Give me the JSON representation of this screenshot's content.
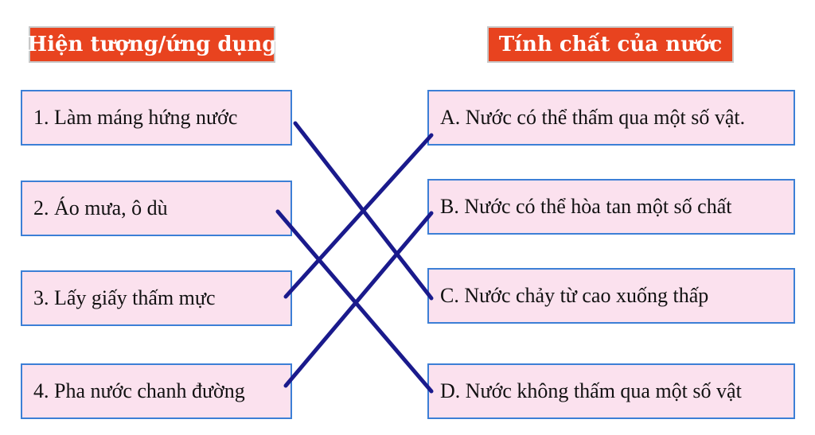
{
  "headers": {
    "left": "Hiện tượng/ứng dụng",
    "right": "Tính chất của nước"
  },
  "left_items": [
    "1. Làm máng hứng nước",
    "2. Áo mưa, ô dù",
    "3. Lấy giấy thấm mực",
    "4. Pha nước chanh đường"
  ],
  "right_items": [
    "A. Nước có thể thấm qua một số vật.",
    "B. Nước có thể hòa tan một số chất",
    "C. Nước chảy từ cao xuống thấp",
    "D. Nước không thấm qua một số vật"
  ],
  "connections": [
    {
      "from": "1",
      "to": "C"
    },
    {
      "from": "2",
      "to": "D"
    },
    {
      "from": "3",
      "to": "A"
    },
    {
      "from": "4",
      "to": "B"
    }
  ],
  "colors": {
    "header_bg": "#e8431f",
    "box_bg": "#fbe1ee",
    "box_border": "#3c7fd6",
    "line": "#1a1a8c"
  }
}
